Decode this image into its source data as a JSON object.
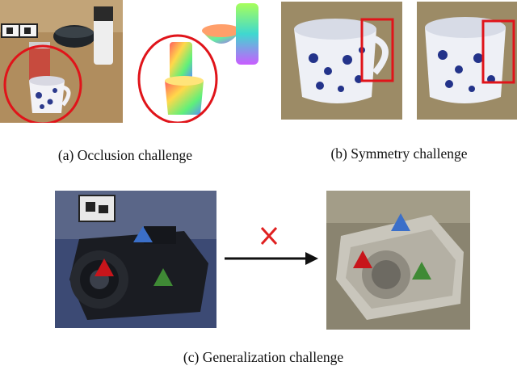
{
  "captions": {
    "a": "(a) Occlusion challenge",
    "b": "(b) Symmetry challenge",
    "c": "(c) Generalization challenge"
  },
  "colors": {
    "highlight_red": "#e0141a",
    "triangle_red": "#c8151b",
    "triangle_blue": "#3b6fc9",
    "triangle_green": "#3f8a35",
    "cross": "#e02020",
    "arrow": "#111111"
  },
  "icons": {
    "cross": "cross-mark-icon",
    "arrow": "right-arrow-icon"
  }
}
